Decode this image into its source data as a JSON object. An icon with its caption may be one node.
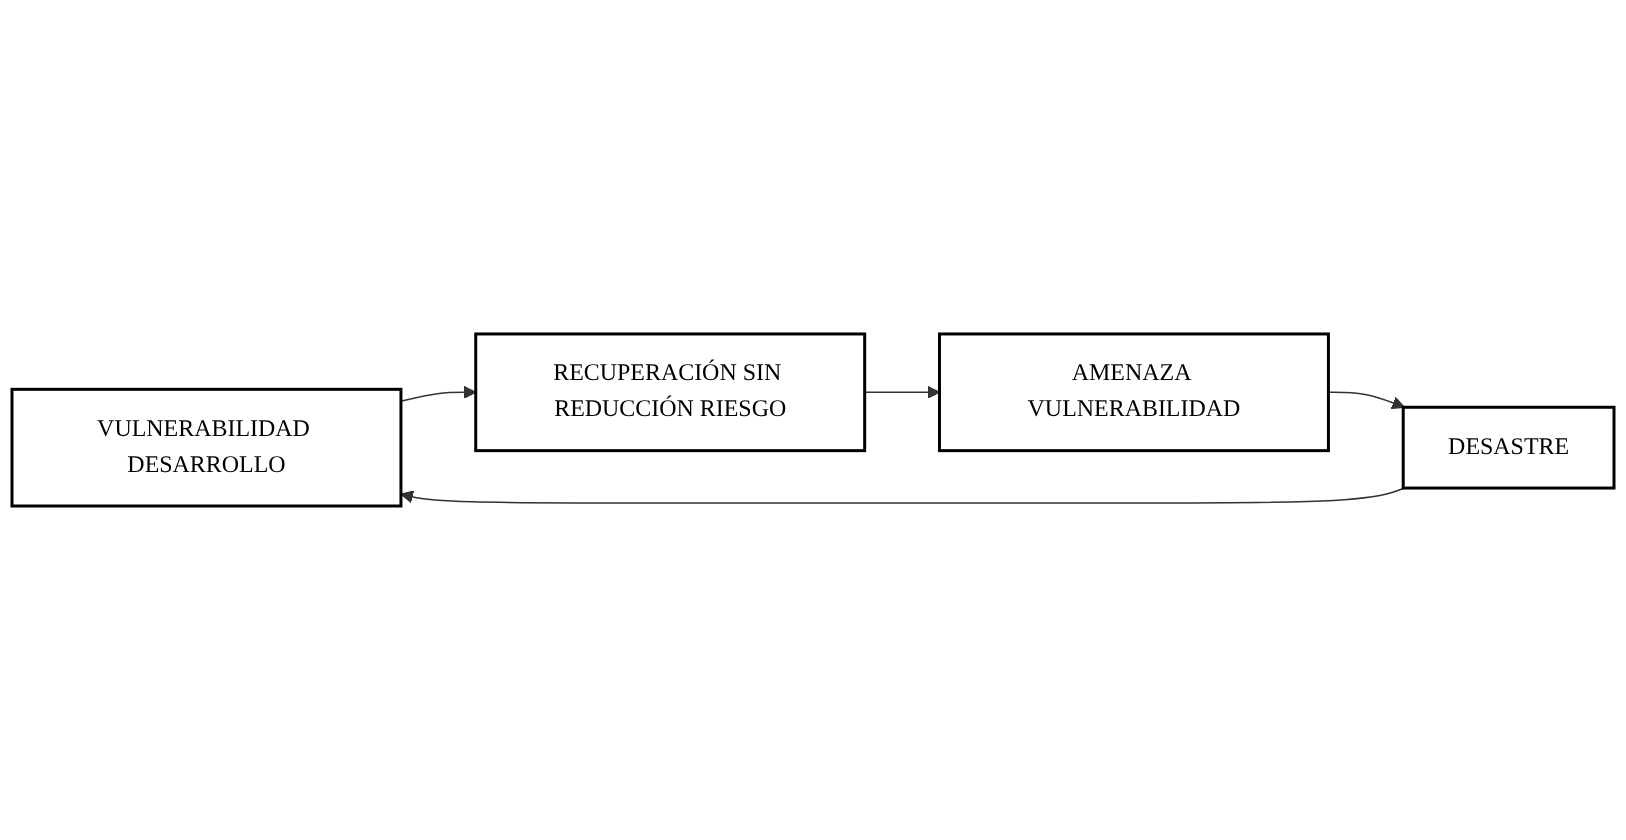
{
  "diagram": {
    "nodes": [
      {
        "text": [
          "VULNERABILIDAD DESARROLLO"
        ]
      },
      {
        "text": [
          "DESASTRE"
        ]
      },
      {
        "text": [
          "RECUPERACIÓN SIN REDUCCIÓN RIESGO"
        ]
      },
      {
        "text": [
          "AMENAZA VULNERABILIDAD"
        ]
      }
    ],
    "edges": [
      {
        "from": 0,
        "to": 2,
        "arrow": "to"
      },
      {
        "from": 2,
        "to": 3,
        "arrow": "to"
      },
      {
        "from": 3,
        "to": 1,
        "arrow": "to"
      },
      {
        "from": 1,
        "to": 0,
        "arrow": "to"
      }
    ]
  }
}
